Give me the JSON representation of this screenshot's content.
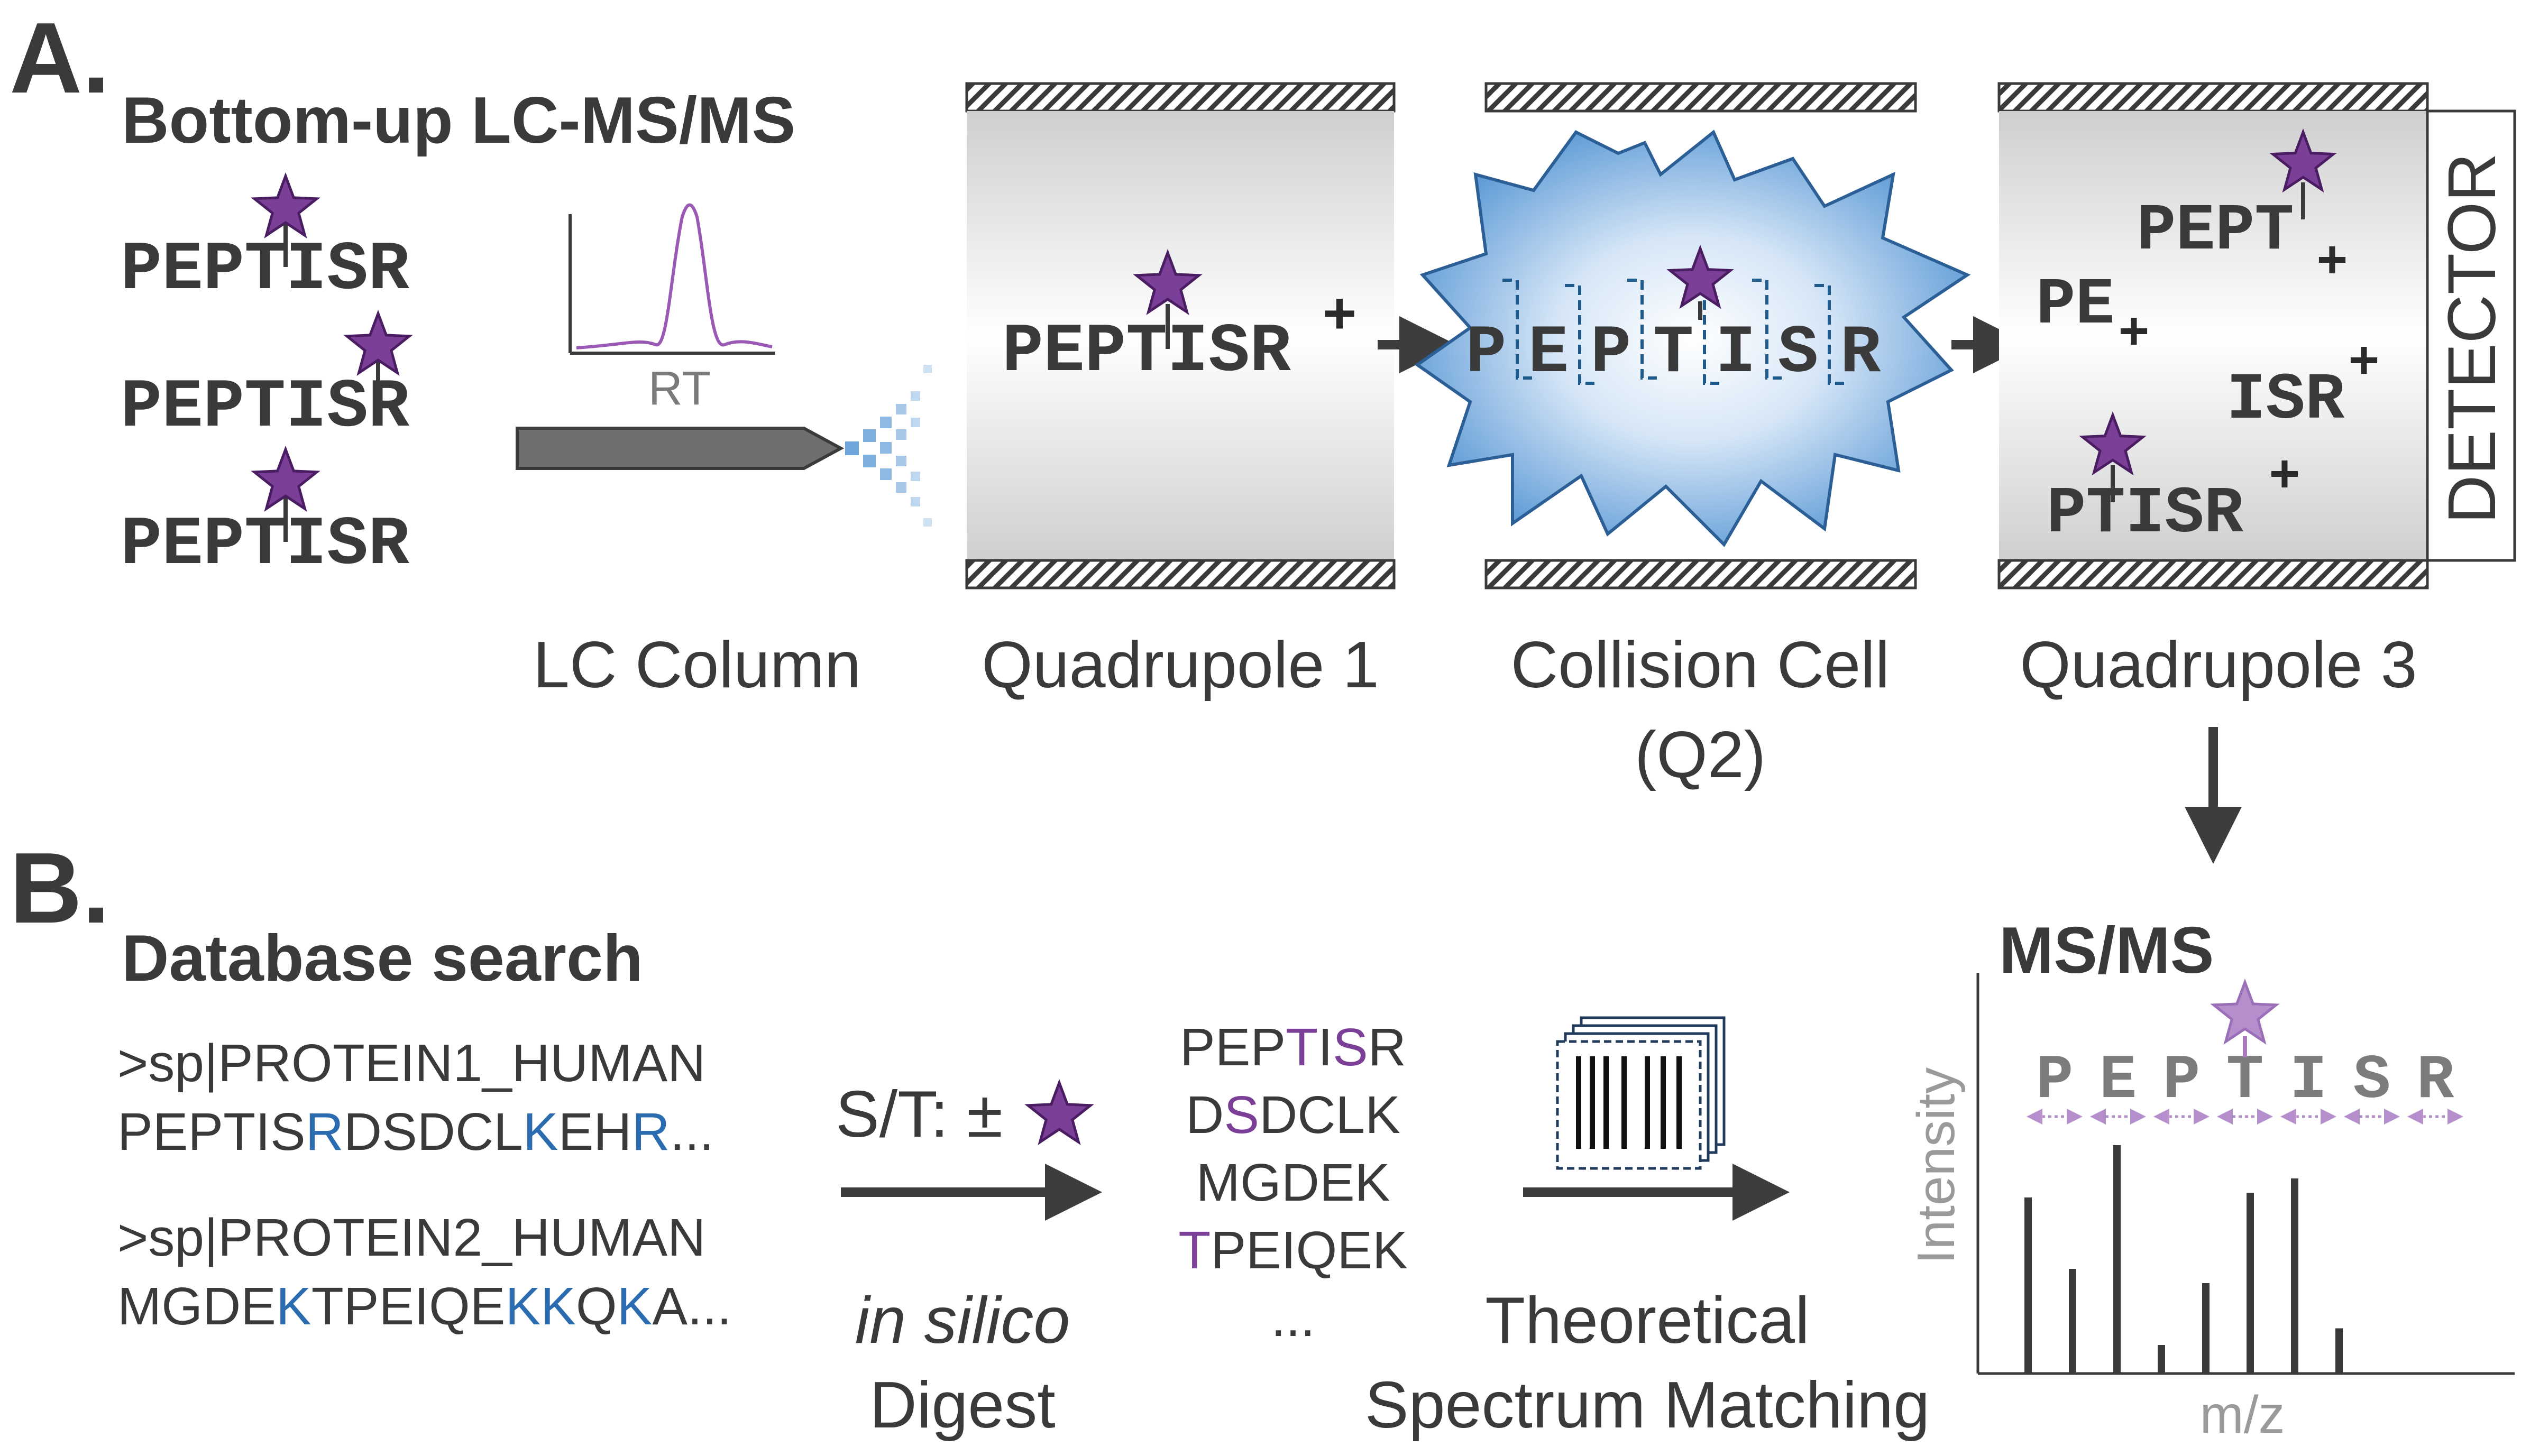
{
  "colors": {
    "text": "#3a3a3a",
    "purple": "#7b3f98",
    "purple_light": "#a97cc2",
    "blue": "#2b6cb0",
    "dashed_blue": "#1f5a8c",
    "gray_arrow": "#3d3d3d"
  },
  "panel_a": {
    "label": "A.",
    "title": "Bottom-up LC-MS/MS",
    "peptides": [
      "PEPTISR",
      "PEPTISR",
      "PEPTISR"
    ],
    "chromatogram_axis": "RT",
    "stage_labels": {
      "lc_column": "LC Column",
      "q1": "Quadrupole 1",
      "q2_line1": "Collision Cell",
      "q2_line2": "(Q2)",
      "q3": "Quadrupole 3"
    },
    "q1_ion": "PEPTISR",
    "q1_charge": "+",
    "collision_letters": [
      "P",
      "E",
      "P",
      "T",
      "I",
      "S",
      "R"
    ],
    "fragments": {
      "pept": "PEPT",
      "pe": "PE",
      "isr": "ISR",
      "ptisr": "PTISR",
      "charge": "+"
    },
    "detector": "DETECTOR"
  },
  "panel_b": {
    "label": "B.",
    "title": "Database search",
    "entry1_header": ">sp|PROTEIN1_HUMAN",
    "entry1_seq": [
      {
        "t": "PEPTIS",
        "c": "text"
      },
      {
        "t": "R",
        "c": "blue"
      },
      {
        "t": "DSDCL",
        "c": "text"
      },
      {
        "t": "K",
        "c": "blue"
      },
      {
        "t": "EH",
        "c": "text"
      },
      {
        "t": "R",
        "c": "blue"
      },
      {
        "t": "...",
        "c": "text"
      }
    ],
    "entry2_header": ">sp|PROTEIN2_HUMAN",
    "entry2_seq": [
      {
        "t": "MGDE",
        "c": "text"
      },
      {
        "t": "K",
        "c": "blue"
      },
      {
        "t": "TPEIQE",
        "c": "text"
      },
      {
        "t": "KK",
        "c": "blue"
      },
      {
        "t": "Q",
        "c": "text"
      },
      {
        "t": "K",
        "c": "blue"
      },
      {
        "t": "A...",
        "c": "text"
      }
    ],
    "modification_label": "S/T: ±",
    "digest_line1": "in silico",
    "digest_line2": "Digest",
    "digest_products": [
      [
        {
          "t": "PEP",
          "c": "text"
        },
        {
          "t": "T",
          "c": "purple"
        },
        {
          "t": "I",
          "c": "text"
        },
        {
          "t": "S",
          "c": "purple"
        },
        {
          "t": "R",
          "c": "text"
        }
      ],
      [
        {
          "t": "D",
          "c": "text"
        },
        {
          "t": "S",
          "c": "purple"
        },
        {
          "t": "DCLK",
          "c": "text"
        }
      ],
      [
        {
          "t": "MGDEK",
          "c": "text"
        }
      ],
      [
        {
          "t": "T",
          "c": "purple"
        },
        {
          "t": "PEIQEK",
          "c": "text"
        }
      ],
      [
        {
          "t": "...",
          "c": "text"
        }
      ]
    ],
    "matching_line1": "Theoretical",
    "matching_line2": "Spectrum Matching",
    "msms_title": "MS/MS",
    "spectrum_peptide": [
      "P",
      "E",
      "P",
      "T",
      "I",
      "S",
      "R"
    ],
    "y_axis_label": "Intensity",
    "x_axis_label": "m/z"
  },
  "chart_data": {
    "type": "bar",
    "title": "MS/MS",
    "xlabel": "m/z",
    "ylabel": "Intensity",
    "values": [
      0.74,
      0.44,
      0.96,
      0.12,
      0.38,
      0.76,
      0.82,
      0.19
    ]
  }
}
